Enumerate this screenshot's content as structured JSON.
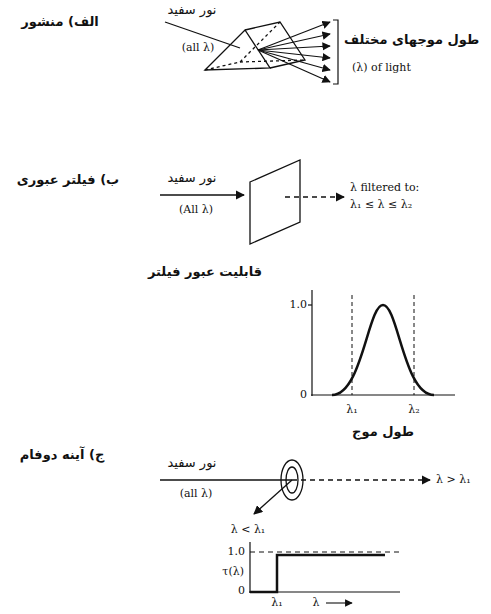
{
  "diagram": {
    "labels": [
      "الف) منشور",
      "نور سفید",
      "(all λ)",
      "طول موجهای مختلف",
      "(λ) of light",
      "ب) فیلتر عبوری",
      "نور سفید",
      "(All λ)",
      "λ filtered to:",
      "λ₁ ≤ λ ≤ λ₂",
      "قابلیت عبور فیلتر",
      "1.0",
      "0",
      "λ₁",
      "λ₂",
      "طول موج",
      "ج) آینه دوفام",
      "نور سفید",
      "(all λ)",
      "λ > λ₁",
      "λ < λ₁",
      "1.0",
      "τ(λ)",
      "0",
      "λ₁",
      "λ"
    ]
  }
}
